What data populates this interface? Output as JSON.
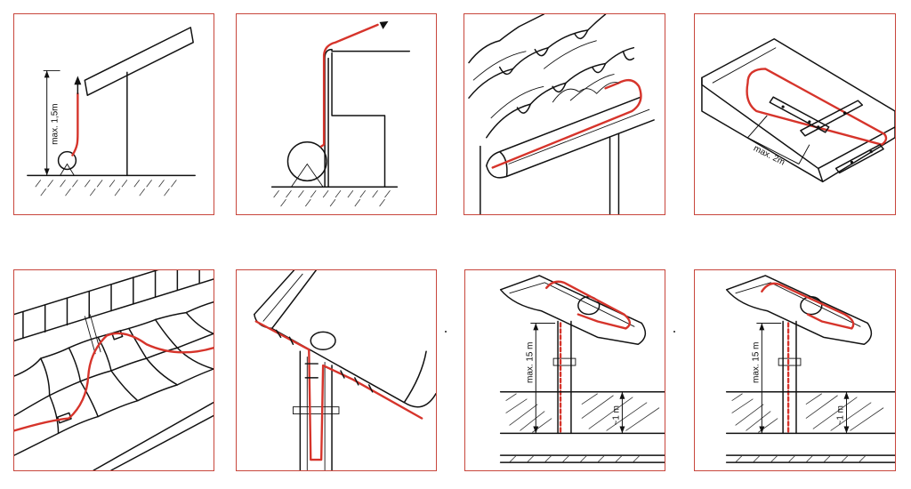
{
  "colors": {
    "frame": "#c8463c",
    "cable": "#d6342b",
    "ink": "#111111"
  },
  "panels": [
    {
      "name": "ground-to-roof-feed",
      "label": "max. 1,5m"
    },
    {
      "name": "wall-parapet-feed",
      "label": ""
    },
    {
      "name": "tile-roof-gutter-edge",
      "label": ""
    },
    {
      "name": "flat-gutter-loop",
      "label": "max. 2m"
    },
    {
      "name": "tile-roof-snow-guard",
      "label": ""
    },
    {
      "name": "downpipe-outlet",
      "label": ""
    },
    {
      "name": "gutter-downpipe-below-grade-a",
      "label_height": "max. 15 m",
      "label_depth": "~1 m"
    },
    {
      "name": "gutter-downpipe-below-grade-b",
      "label_height": "max. 15 m",
      "label_depth": "~1 m"
    }
  ]
}
